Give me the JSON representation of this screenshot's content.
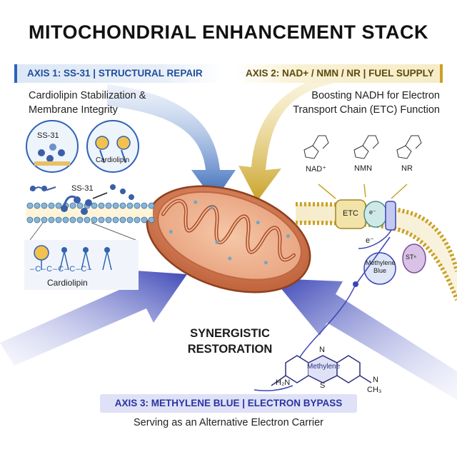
{
  "title": "MITOCHONDRIAL ENHANCEMENT STACK",
  "axis1": {
    "banner": "AXIS 1: SS-31 | STRUCTURAL REPAIR",
    "subtitle_line1": "Cardiolipin Stabilization &",
    "subtitle_line2": "Membrane Integrity",
    "circle1_label": "SS-31",
    "circle2_label": "Cardiolipin",
    "membrane_label": "SS-31",
    "chain_label": "Cardiolipin",
    "chain_atoms": "–C–C–C–C–C–"
  },
  "axis2": {
    "banner": "AXIS 2: NAD+ / NMN / NR | FUEL SUPPLY",
    "subtitle_line1": "Boosting NADH for Electron",
    "subtitle_line2": "Transport Chain (ETC) Function",
    "molecule1": "NAD⁺",
    "molecule2": "NMN",
    "molecule3": "NR",
    "etc_label": "ETC",
    "electron_label": "e⁻",
    "electron_bubble": "e⁻",
    "complex_label": "STⁿ",
    "mb_label_line1": "Methylene",
    "mb_label_line2": "Blue"
  },
  "axis3": {
    "banner": "AXIS 3: METHYLENE BLUE | ELECTRON BYPASS",
    "subtitle": "Serving as an Alternative Electron Carrier",
    "structure_label": "Methylene",
    "atom_n": "N",
    "atom_s": "S",
    "group_left": "H₂N",
    "group_right": "N",
    "methyl": "CH₃"
  },
  "center": {
    "line1": "SYNERGISTIC",
    "line2": "RESTORATION"
  },
  "colors": {
    "blue_arrow": "#2f63b5",
    "gold_arrow": "#c9a227",
    "indigo_arrow": "#3b46b5",
    "mito_outer": "#c0663f",
    "mito_inner": "#e8a07c"
  }
}
